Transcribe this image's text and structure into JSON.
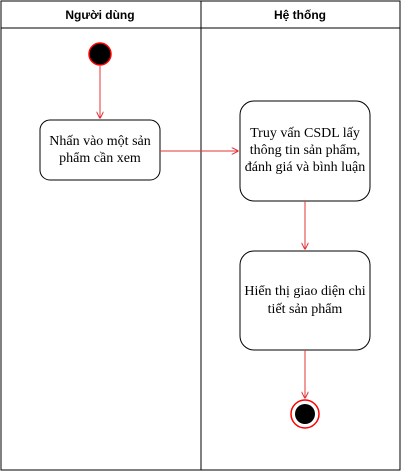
{
  "lanes": [
    {
      "title": "Người dùng"
    },
    {
      "title": "Hệ thống"
    }
  ],
  "nodes": {
    "click_product": [
      "Nhấn vào một sản",
      "phẩm cần xem"
    ],
    "query_db": [
      "Truy vấn CSDL lấy",
      "thông tin sản phẩm,",
      "đánh giá và bình luận"
    ],
    "show_detail": [
      "Hiển thị giao diện chi",
      "tiết sản phẩm"
    ]
  },
  "colors": {
    "arrow": "#e0353a",
    "start": "#000000",
    "start_border": "#ff0000",
    "node_border": "#000000"
  }
}
